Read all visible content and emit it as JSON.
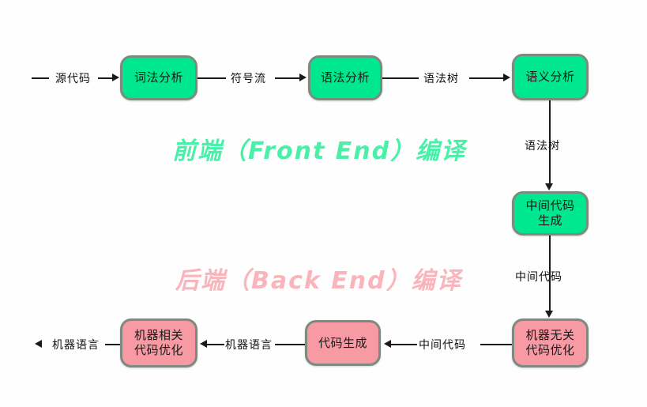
{
  "diagram": {
    "title_front": "前端（Front End）编译",
    "title_back": "后端（Back End）编译",
    "colors": {
      "front_node": "#00e88f",
      "back_node": "#f79aa3",
      "node_border": "#7d8a80",
      "front_caption": "#4bf0a8",
      "back_caption": "#f9b5bb",
      "arrow": "#1a1a1a",
      "background": "#fefefe"
    },
    "nodes": [
      {
        "id": "lexical",
        "label": "词法分析",
        "stage": "front"
      },
      {
        "id": "syntax",
        "label": "语法分析",
        "stage": "front"
      },
      {
        "id": "semantic",
        "label": "语义分析",
        "stage": "front"
      },
      {
        "id": "ir_gen",
        "label": "中间代码\n生成",
        "stage": "front"
      },
      {
        "id": "mach_indep",
        "label": "机器无关\n代码优化",
        "stage": "back"
      },
      {
        "id": "codegen",
        "label": "代码生成",
        "stage": "back"
      },
      {
        "id": "mach_dep",
        "label": "机器相关\n代码优化",
        "stage": "back"
      }
    ],
    "edge_labels": {
      "source_code": "源代码",
      "token_stream": "符号流",
      "parse_tree_1": "语法树",
      "parse_tree_2": "语法树",
      "ir_1": "中间代码",
      "ir_2": "中间代码",
      "machine_lang_1": "机器语言",
      "machine_lang_2": "机器语言"
    }
  }
}
